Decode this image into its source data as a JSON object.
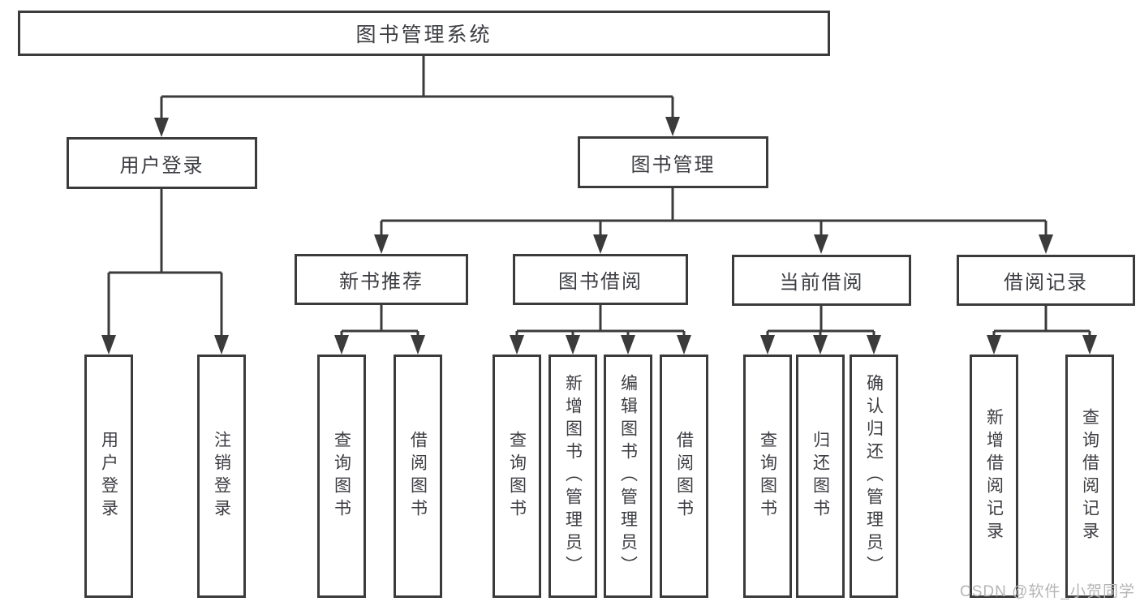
{
  "colors": {
    "line": "#3b3b3b",
    "text": "#3c3d42",
    "watermark": "#b5b5b5",
    "background": "#ffffff"
  },
  "watermark": {
    "text": "CSDN @软件_小贺同学"
  },
  "tree": {
    "root": {
      "label": "图书管理系统"
    },
    "branches": [
      {
        "label": "用户登录",
        "children": [
          {
            "label": "用户登录"
          },
          {
            "label": "注销登录"
          }
        ]
      },
      {
        "label": "图书管理",
        "children": [
          {
            "label": "新书推荐",
            "children": [
              {
                "label": "查询图书"
              },
              {
                "label": "借阅图书"
              }
            ]
          },
          {
            "label": "图书借阅",
            "children": [
              {
                "label": "查询图书"
              },
              {
                "label": "新增图书（管理员）"
              },
              {
                "label": "编辑图书（管理员）"
              },
              {
                "label": "借阅图书"
              }
            ]
          },
          {
            "label": "当前借阅",
            "children": [
              {
                "label": "查询图书"
              },
              {
                "label": "归还图书"
              },
              {
                "label": "确认归还（管理员）"
              }
            ]
          },
          {
            "label": "借阅记录",
            "children": [
              {
                "label": "新增借阅记录"
              },
              {
                "label": "查询借阅记录"
              }
            ]
          }
        ]
      }
    ]
  }
}
